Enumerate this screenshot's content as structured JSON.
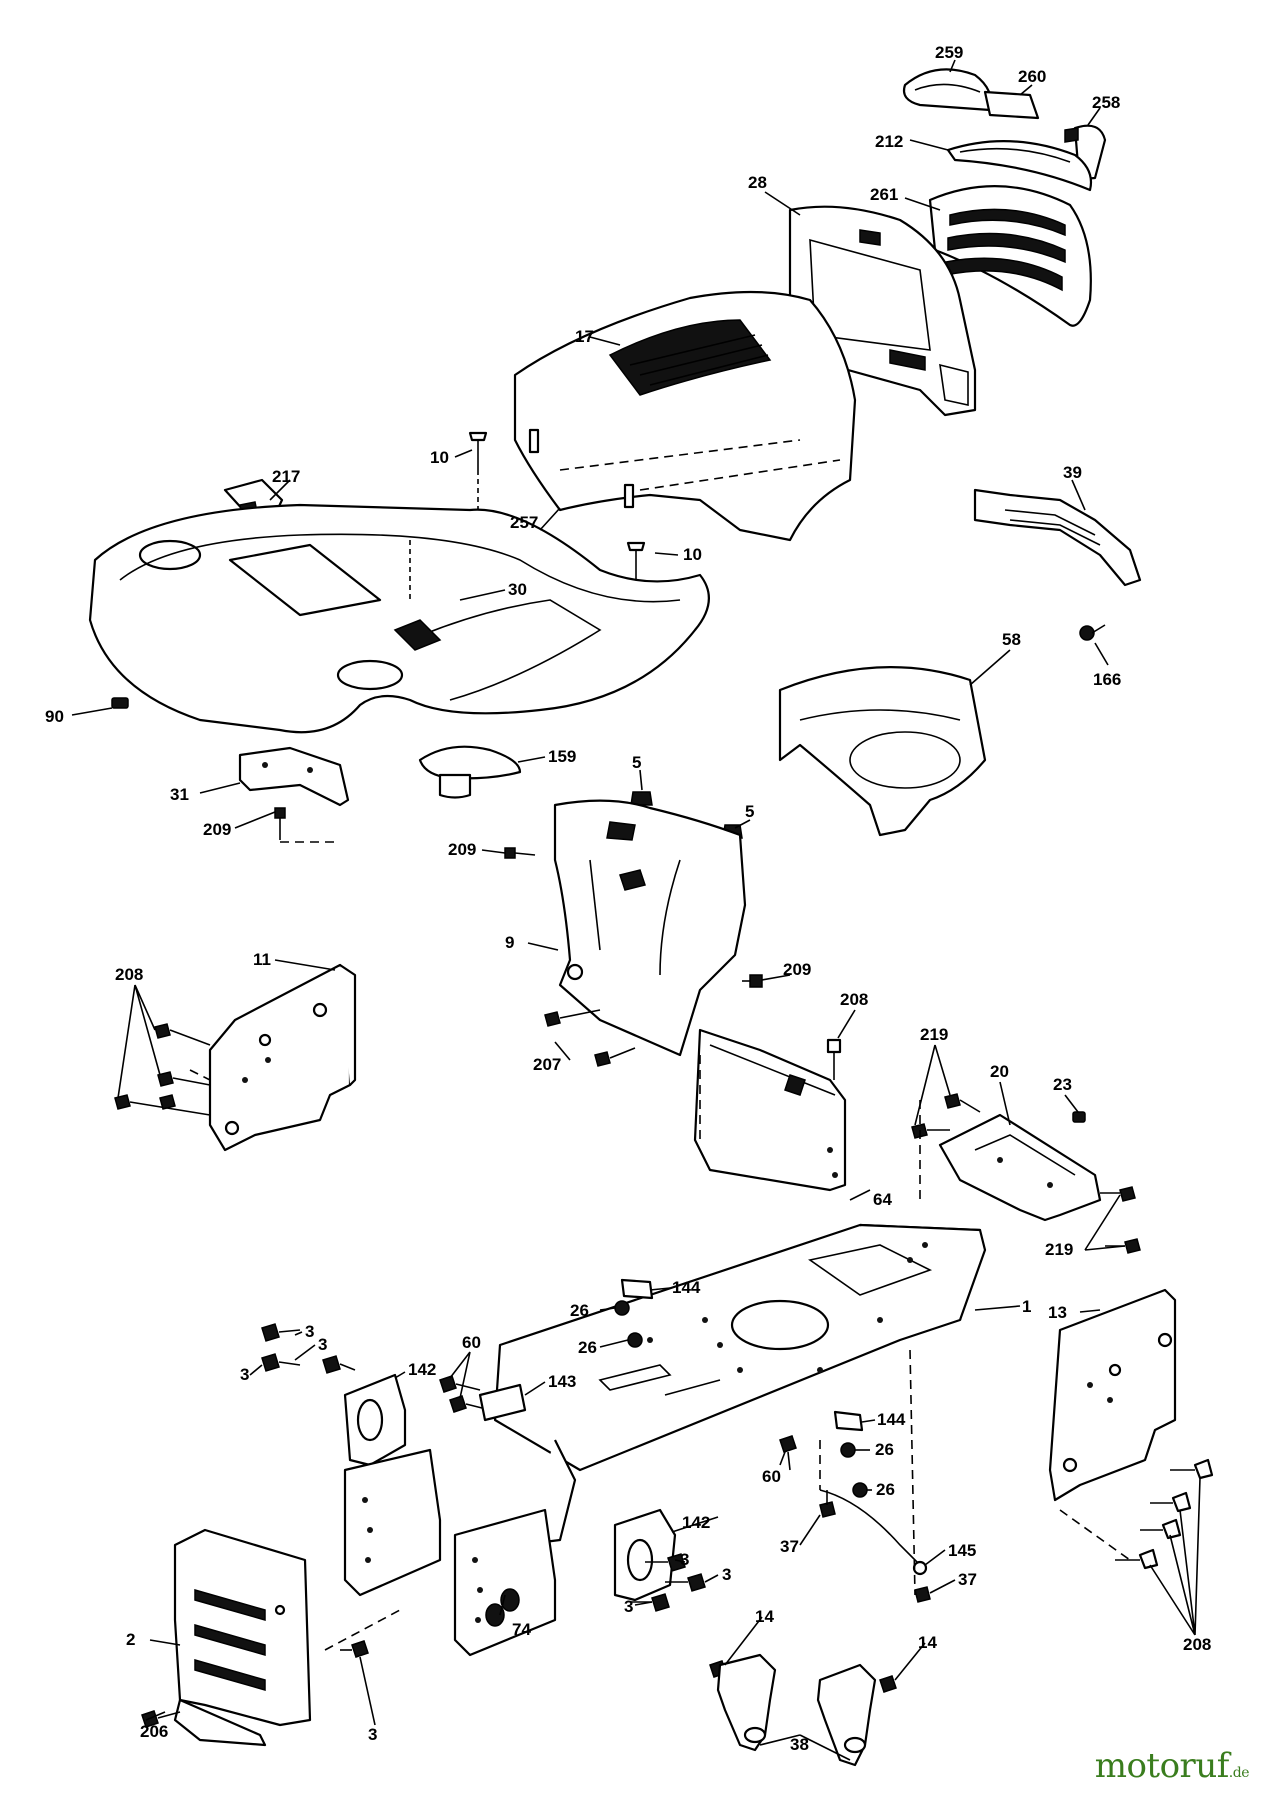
{
  "diagram": {
    "part_labels": [
      "259",
      "260",
      "258",
      "212",
      "28",
      "261",
      "17",
      "10",
      "217",
      "257",
      "39",
      "30",
      "90",
      "10",
      "166",
      "58",
      "159",
      "31",
      "5",
      "5",
      "209",
      "209",
      "9",
      "11",
      "208",
      "209",
      "208",
      "207",
      "219",
      "20",
      "23",
      "64",
      "219",
      "144",
      "1",
      "13",
      "26",
      "26",
      "3",
      "3",
      "3",
      "60",
      "142",
      "143",
      "144",
      "26",
      "60",
      "26",
      "142",
      "37",
      "145",
      "37",
      "3",
      "3",
      "3",
      "2",
      "74",
      "14",
      "14",
      "208",
      "206",
      "3",
      "38"
    ]
  },
  "watermark": {
    "brand": "motoruf",
    "tld": ".de",
    "color": "#3a7d1e"
  }
}
